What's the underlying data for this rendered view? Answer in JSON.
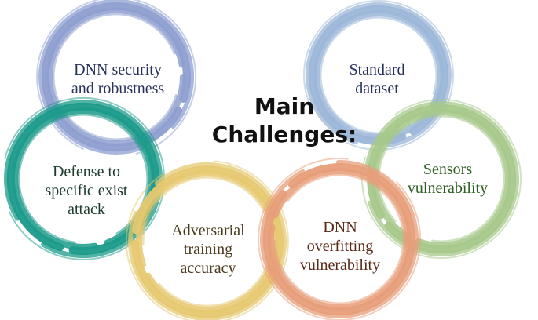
{
  "title": "Main\nChallenges:",
  "challenges": [
    {
      "id": "dnn-security",
      "label": "DNN security\nand robustness",
      "ring_color": "#8e9fd0",
      "text_color": "#27325c"
    },
    {
      "id": "standard-dataset",
      "label": "Standard\ndataset",
      "ring_color": "#9bb6d8",
      "text_color": "#27325c"
    },
    {
      "id": "defense-attack",
      "label": "Defense to\nspecific exist\nattack",
      "ring_color": "#1b9a8a",
      "text_color": "#1e3b2e"
    },
    {
      "id": "sensors",
      "label": "Sensors\nvulnerability",
      "ring_color": "#a6c88a",
      "text_color": "#2e5e22"
    },
    {
      "id": "adversarial",
      "label": "Adversarial\ntraining\naccuracy",
      "ring_color": "#e6c870",
      "text_color": "#4a3a1e"
    },
    {
      "id": "overfitting",
      "label": "DNN\noverfitting\nvulnerability",
      "ring_color": "#e79e7a",
      "text_color": "#5a2a18"
    }
  ]
}
